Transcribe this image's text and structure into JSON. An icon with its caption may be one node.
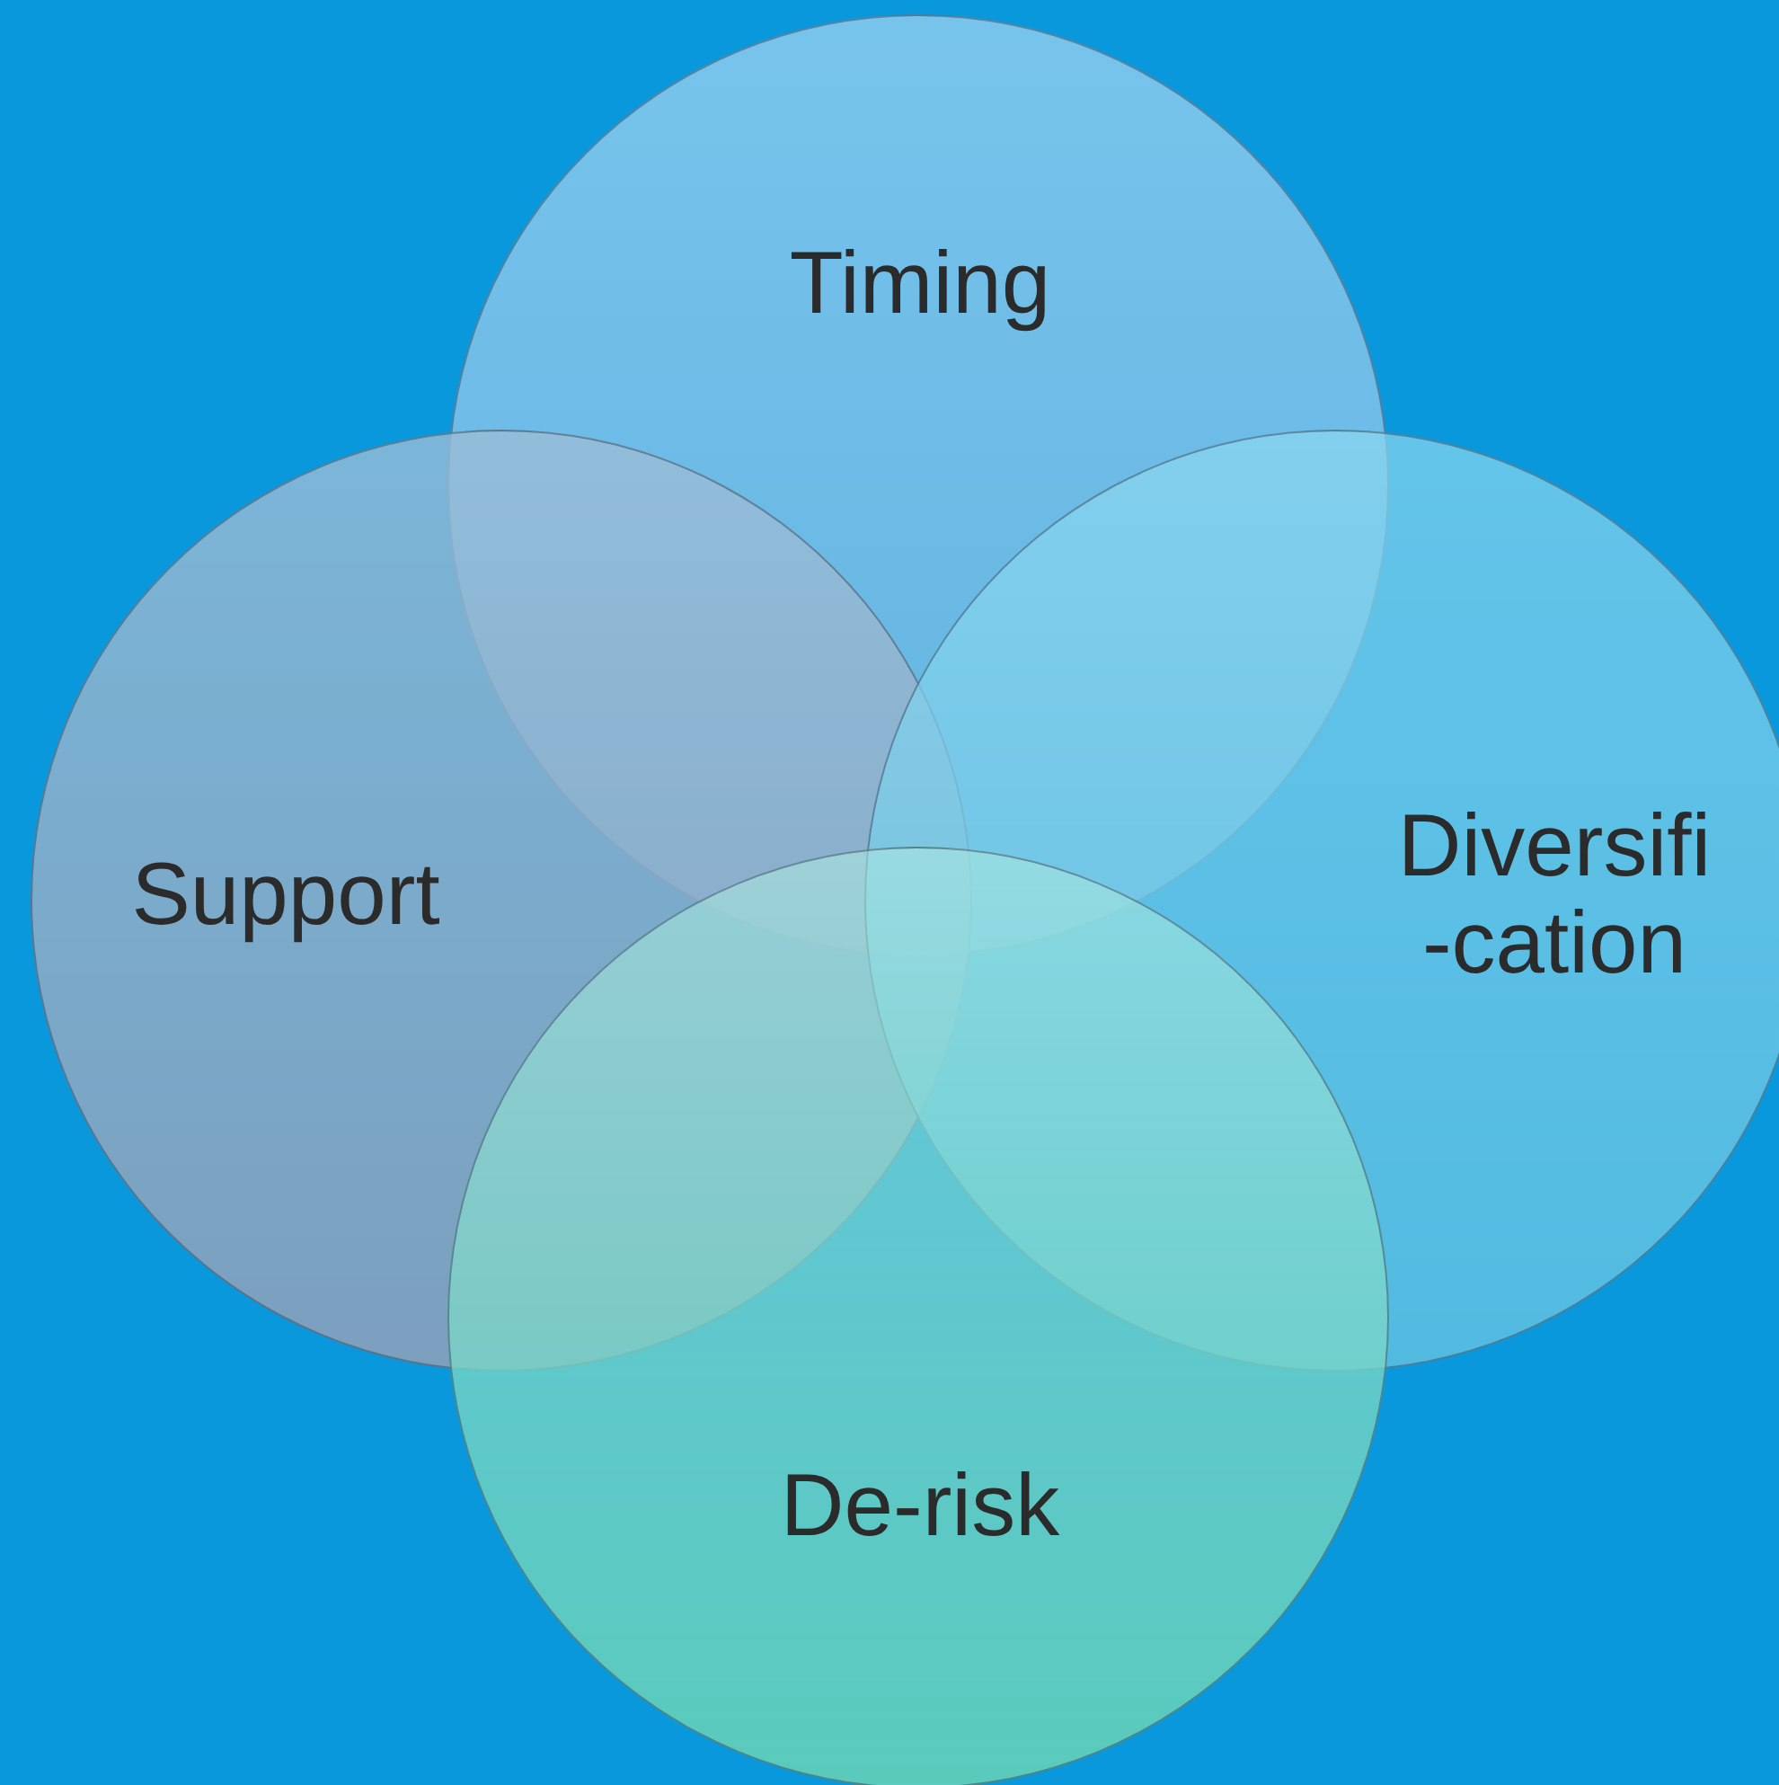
{
  "diagram": {
    "nodes": [
      {
        "text": [
          "Timing"
        ]
      },
      {
        "text": [
          "Support"
        ]
      },
      {
        "text": [
          "Diversifi -cation"
        ]
      },
      {
        "text": [
          "De-risk"
        ]
      }
    ],
    "edges": []
  }
}
